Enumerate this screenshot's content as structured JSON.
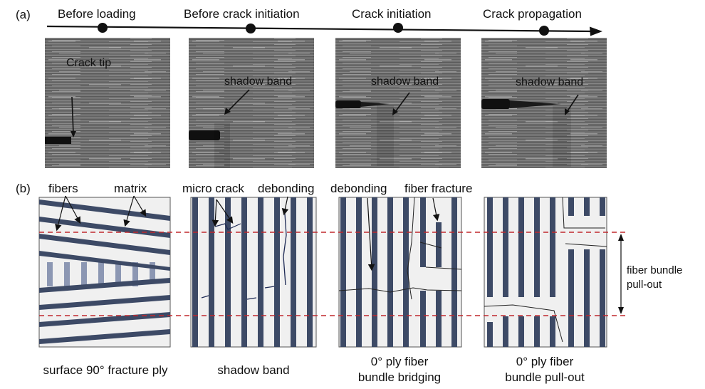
{
  "panel_a": {
    "label": "(a)",
    "timeline": [
      "Before  loading",
      "Before  crack initiation",
      "Crack initiation",
      "Crack propagation"
    ],
    "annotations": {
      "crack_tip": "Crack tip",
      "shadow_band": "shadow band"
    }
  },
  "panel_b": {
    "label": "(b)",
    "labels": {
      "fibers": "fibers",
      "matrix": "matrix",
      "micro_crack": "micro crack",
      "debonding1": "debonding",
      "debonding2": "debonding",
      "fiber_fracture": "fiber fracture"
    },
    "side_note": [
      "fiber bundle",
      "pull-out"
    ],
    "captions": [
      [
        "surface 90° fracture ply"
      ],
      [
        "shadow band"
      ],
      [
        "0° ply fiber",
        "bundle bridging"
      ],
      [
        "0° ply fiber",
        "bundle pull-out"
      ]
    ]
  },
  "colors": {
    "fiber": "#3d4a66",
    "fiber_light": "#8c97b3",
    "matrix": "#f0f0f0",
    "guide_line": "#c0282d",
    "photo_bg": "#6e6e6e"
  }
}
